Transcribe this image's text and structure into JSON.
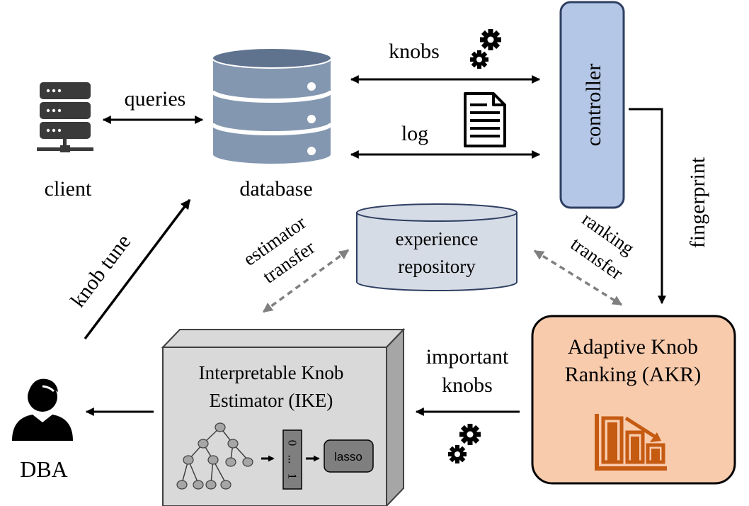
{
  "labels": {
    "client": "client",
    "database": "database",
    "queries": "queries",
    "knobs": "knobs",
    "log": "log",
    "controller": "controller",
    "fingerprint": "fingerprint",
    "experience_line1": "experience",
    "experience_line2": "repository",
    "estimator_line1": "estimator",
    "estimator_line2": "transfer",
    "ranking_line1": "ranking",
    "ranking_line2": "transfer",
    "knob_tune": "knob tune",
    "ike_line1": "Interpretable Knob",
    "ike_line2": "Estimator (IKE)",
    "akr_line1": "Adaptive Knob",
    "akr_line2": "Ranking (AKR)",
    "important_line1": "important",
    "important_line2": "knobs",
    "dba": "DBA",
    "vector_top": "0",
    "vector_mid": "...",
    "vector_bottom": "1",
    "lasso": "lasso"
  },
  "colors": {
    "controller_fill": "#b4c7e7",
    "controller_stroke": "#2f3f63",
    "database_fill": "#8497b0",
    "database_dark": "#5f738f",
    "experience_fill": "#d6dce5",
    "akr_fill": "#f8cbad",
    "akr_icon": "#c55a11",
    "ike_front": "#d9d9d9",
    "ike_side": "#a6a6a6",
    "tree_node": "#a6a6a6",
    "client_fill": "#3a3a3a",
    "dashed_arrow": "#808080"
  }
}
